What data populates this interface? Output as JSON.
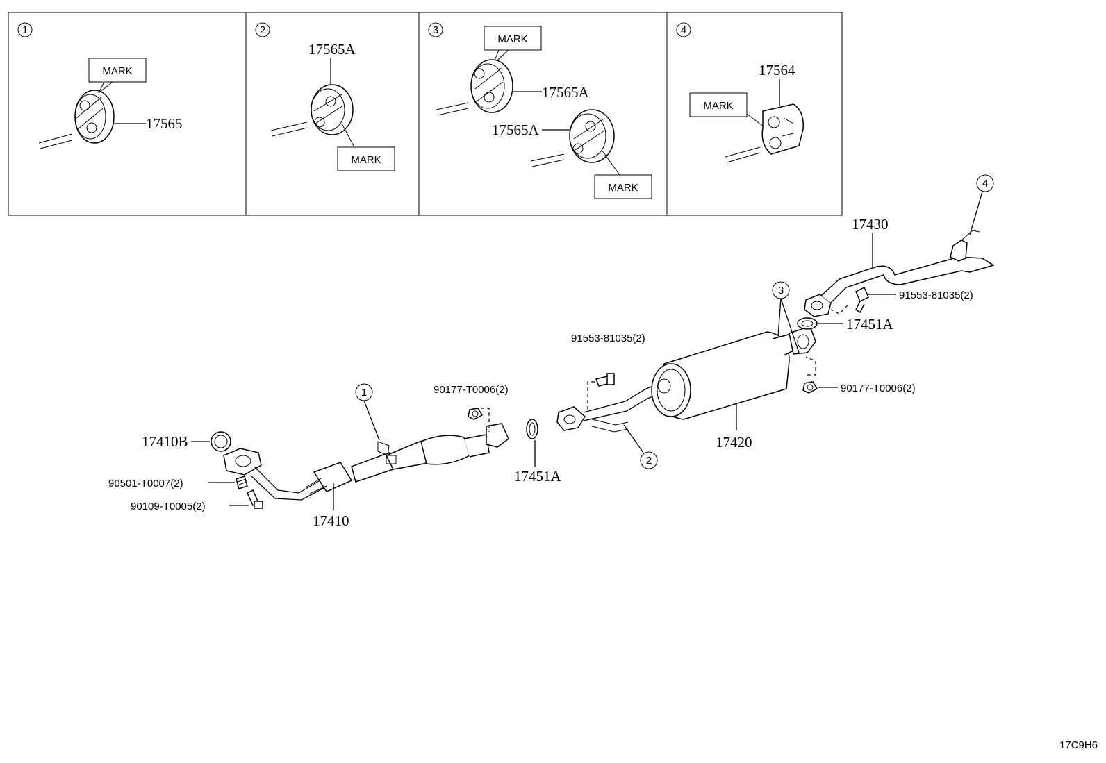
{
  "inset_panels": [
    {
      "index": "1",
      "part": "17565",
      "mark": "MARK"
    },
    {
      "index": "2",
      "part": "17565A",
      "mark": "MARK"
    },
    {
      "index": "3",
      "part_upper": "17565A",
      "part_lower": "17565A",
      "mark_upper": "MARK",
      "mark_lower": "MARK"
    },
    {
      "index": "4",
      "part": "17564",
      "mark": "MARK"
    }
  ],
  "callouts": {
    "c1": "1",
    "c2": "2",
    "c3": "3",
    "c4": "4"
  },
  "parts": {
    "p17410B": "17410B",
    "p90501": "90501-T0007(2)",
    "p90109": "90109-T0005(2)",
    "p17410": "17410",
    "p90177_a": "90177-T0006(2)",
    "p17451A_a": "17451A",
    "p91553_a": "91553-81035(2)",
    "p17420": "17420",
    "p17430": "17430",
    "p91553_b": "91553-81035(2)",
    "p17451A_b": "17451A",
    "p90177_b": "90177-T0006(2)"
  },
  "diagram_code": "17C9H6"
}
